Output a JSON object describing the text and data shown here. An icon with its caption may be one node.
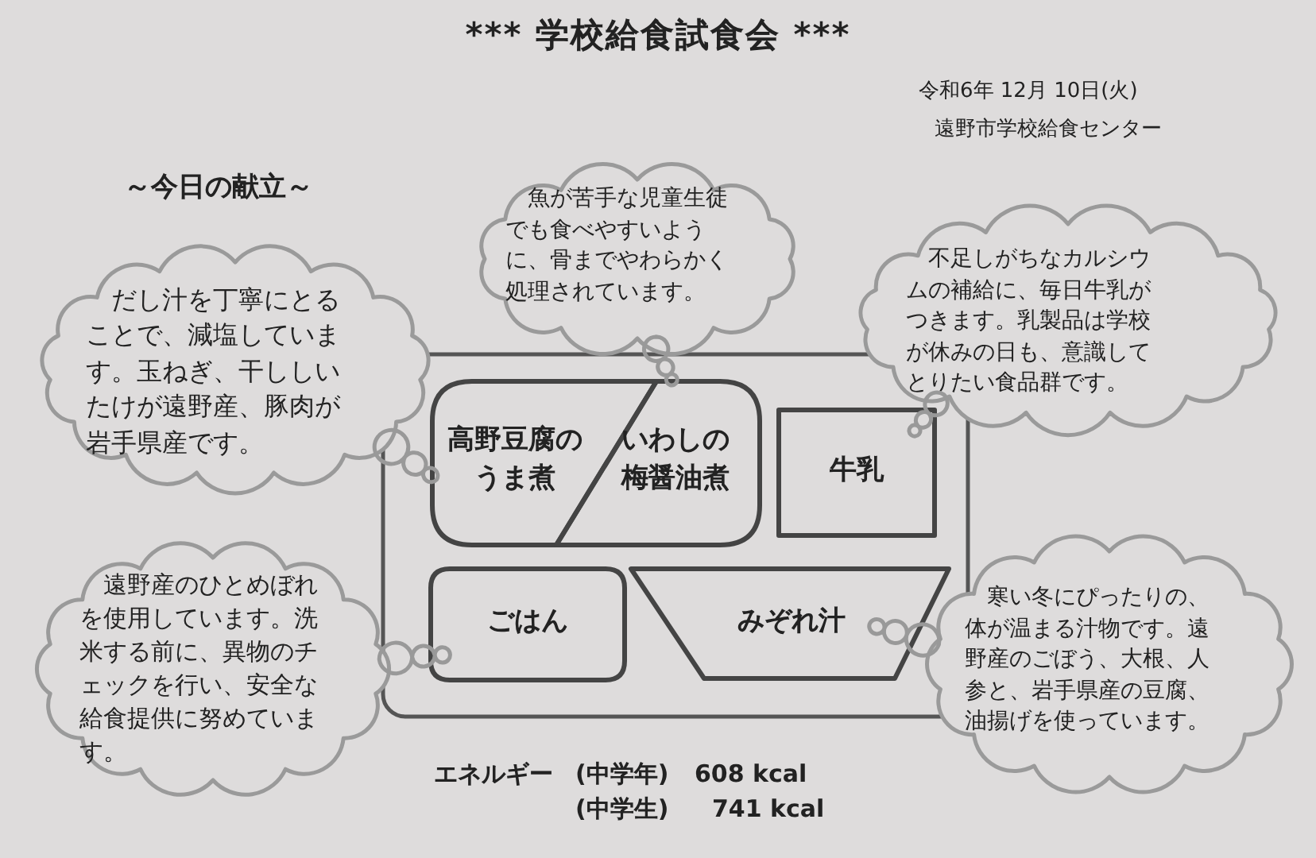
{
  "diagram": {
    "title": "*** 学校給食試食会 ***",
    "nodes": [
      {
        "text": [],
        "shape": "box"
      },
      {
        "text": [
          "高野豆腐のうま煮"
        ],
        "in": 0
      },
      {
        "text": [
          "いわしの梅醤油煮"
        ],
        "in": 0
      },
      {
        "text": [
          "牛乳"
        ],
        "in": 0
      },
      {
        "text": [
          "ごはん"
        ],
        "in": 0
      },
      {
        "text": [
          "みぞれ汁"
        ],
        "in": 0
      },
      {
        "text": [
          "だし汁を丁寧にとることで、減塩しています。玉ねぎ、干ししいたけが遠野産、豚肉が岩手県産です。"
        ]
      },
      {
        "text": [
          "魚が苦手な児童生徒でも食べやすいように、骨までやわらかく処理されています。"
        ]
      },
      {
        "text": [
          "不足しがちなカルシウムの補給に、毎日牛乳がつきます。乳製品は学校が休みの日も、意識してとりたい食品群です。"
        ]
      },
      {
        "text": [
          "遠野産のひとめぼれを使用しています。洗米する前に、異物のチェックを行い、安全な給食提供に努めています。"
        ]
      },
      {
        "text": [
          "寒い冬にぴったりの、体が温まる汁物です。遠野産のごぼう、大根、人参と、岩手県産の豆腐、油揚げを使っています。"
        ]
      }
    ],
    "edges": [
      {
        "from": 6,
        "to": 1,
        "arrow": "none"
      },
      {
        "from": 7,
        "to": 2,
        "arrow": "none"
      },
      {
        "from": 8,
        "to": 3,
        "arrow": "none"
      },
      {
        "from": 9,
        "to": 4,
        "arrow": "none"
      },
      {
        "from": 10,
        "to": 5,
        "arrow": "none"
      }
    ],
    "labels": [
      "令和6年 12月 10日(火)",
      "遠野市学校給食センター",
      "～今日の献立～",
      "エネルギー",
      "(中学年)",
      "608 kcal",
      "(中学生)",
      "741 kcal"
    ]
  }
}
